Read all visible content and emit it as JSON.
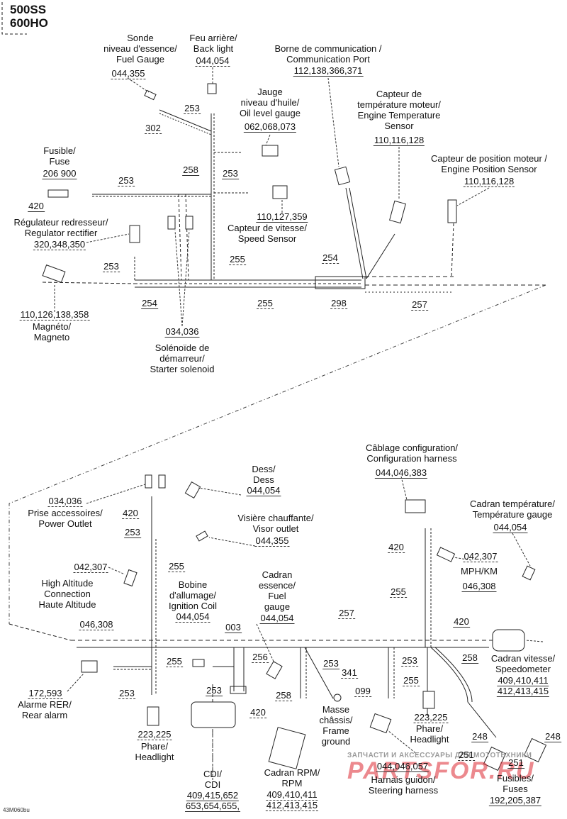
{
  "models": [
    "500SS",
    "600HO"
  ],
  "figure_code": "43M060bu",
  "watermark": {
    "line1": "ЗАПЧАСТИ И АКСЕССУАРЫ ДЛЯ МОТОТЕХНИКИ",
    "line2": "PARTSFOR.RU",
    "color": "#dc2832"
  },
  "components": [
    {
      "id": "fuel-gauge-sender",
      "lines": [
        "Sonde",
        "niveau d'essence/",
        "Fuel Gauge"
      ],
      "refs": "044,355"
    },
    {
      "id": "back-light",
      "lines": [
        "Feu arrière/",
        "Back light"
      ],
      "refs": "044,054"
    },
    {
      "id": "communication-port",
      "lines": [
        "Borne de communication /",
        "Communication Port"
      ],
      "refs": "112,138,366,371"
    },
    {
      "id": "oil-level-gauge",
      "lines": [
        "Jauge",
        "niveau d'huile/",
        "Oil level gauge"
      ],
      "refs": "062,068,073"
    },
    {
      "id": "engine-temperature-sensor",
      "lines": [
        "Capteur de",
        "température moteur/",
        "Engine Temperature",
        "Sensor"
      ],
      "refs": "110,116,128"
    },
    {
      "id": "engine-position-sensor",
      "lines": [
        "Capteur de position moteur /",
        "Engine Position Sensor"
      ],
      "refs": "110,116,128"
    },
    {
      "id": "fuse",
      "lines": [
        "Fusible/",
        "Fuse"
      ],
      "refs": "206 900"
    },
    {
      "id": "speed-sensor",
      "lines": [
        "Capteur de vitesse/",
        "Speed Sensor"
      ],
      "refs": "110,127,359"
    },
    {
      "id": "regulator-rectifier",
      "lines": [
        "Régulateur redresseur/",
        "Regulator rectifier"
      ],
      "refs": "320,348,350"
    },
    {
      "id": "magneto",
      "lines": [
        "Magnéto/",
        "Magneto"
      ],
      "refs": "110,126,138,358"
    },
    {
      "id": "starter-solenoid",
      "lines": [
        "Solénoïde de",
        "démarreur/",
        "Starter solenoid"
      ],
      "refs": "034,036"
    },
    {
      "id": "configuration-harness",
      "lines": [
        "Câblage configuration/",
        "Configuration harness"
      ],
      "refs": "044,046,383"
    },
    {
      "id": "dess",
      "lines": [
        "Dess/",
        "Dess"
      ],
      "refs": "044,054"
    },
    {
      "id": "power-outlet",
      "lines": [
        "Prise accessoires/",
        "Power Outlet"
      ],
      "refs": "034,036"
    },
    {
      "id": "temperature-gauge",
      "lines": [
        "Cadran température/",
        "Température gauge"
      ],
      "refs": "044,054"
    },
    {
      "id": "visor-outlet",
      "lines": [
        "Visière chauffante/",
        "Visor outlet"
      ],
      "refs": "044,355"
    },
    {
      "id": "high-altitude-connection",
      "lines": [
        "High Altitude",
        "Connection",
        "Haute Altitude"
      ],
      "refs": "042,307"
    },
    {
      "id": "mph-km",
      "lines": [
        "MPH/KM"
      ],
      "refs": "046,308",
      "refs_top": "042,307"
    },
    {
      "id": "ignition-coil",
      "lines": [
        "Bobine",
        "d'allumage/",
        "Ignition Coil"
      ],
      "refs": "044,054"
    },
    {
      "id": "fuel-gauge-dial",
      "lines": [
        "Cadran",
        "essence/",
        "Fuel",
        "gauge"
      ],
      "refs": "044,054"
    },
    {
      "id": "speedometer",
      "lines": [
        "Cadran vitesse/",
        "Speedometer"
      ],
      "refs": [
        "409,410,411",
        "412,413,415"
      ]
    },
    {
      "id": "rear-alarm",
      "lines": [
        "Alarme RER/",
        "Rear alarm"
      ],
      "refs": "172,593"
    },
    {
      "id": "headlight-left",
      "lines": [
        "Phare/",
        "Headlight"
      ],
      "refs": "223,225"
    },
    {
      "id": "headlight-right",
      "lines": [
        "Phare/",
        "Headlight"
      ],
      "refs": "223,225"
    },
    {
      "id": "frame-ground",
      "lines": [
        "Masse",
        "châssis/",
        "Frame",
        "ground"
      ],
      "refs": [
        "341",
        "099"
      ]
    },
    {
      "id": "cdi",
      "lines": [
        "CDI/",
        "CDI"
      ],
      "refs": [
        "409,415,652",
        "653,654,655,"
      ]
    },
    {
      "id": "rpm-gauge",
      "lines": [
        "Cadran RPM/",
        "RPM"
      ],
      "refs": [
        "409,410,411",
        "412,413,415"
      ]
    },
    {
      "id": "steering-harness",
      "lines": [
        "Harnais guidon/",
        "Steering harness"
      ],
      "refs": "044,046,057"
    },
    {
      "id": "fuses",
      "lines": [
        "Fusibles/",
        "Fuses"
      ],
      "refs": "192,205,387"
    }
  ],
  "callouts": {
    "c302": "302",
    "c253a": "253",
    "c253b": "253",
    "c253c": "253",
    "c258a": "258",
    "c420a": "420",
    "c253d": "253",
    "c254a": "254",
    "c255a": "255",
    "c255b": "255",
    "c254b": "254",
    "c298": "298",
    "c257a": "257",
    "c046_308_left": "046,308",
    "c420b": "420",
    "c253e": "253",
    "c255c": "255",
    "c003": "003",
    "c257b": "257",
    "c420c": "420",
    "c255d": "255",
    "c253f": "253",
    "c255e": "255",
    "c256": "256",
    "c253g": "253",
    "c420d": "420",
    "c258b": "258",
    "c253h": "253",
    "c253i": "253",
    "c255f": "255",
    "c420e": "420",
    "c258c": "258",
    "c248a": "248",
    "c248b": "248",
    "c251a": "251",
    "c251b": "251"
  }
}
